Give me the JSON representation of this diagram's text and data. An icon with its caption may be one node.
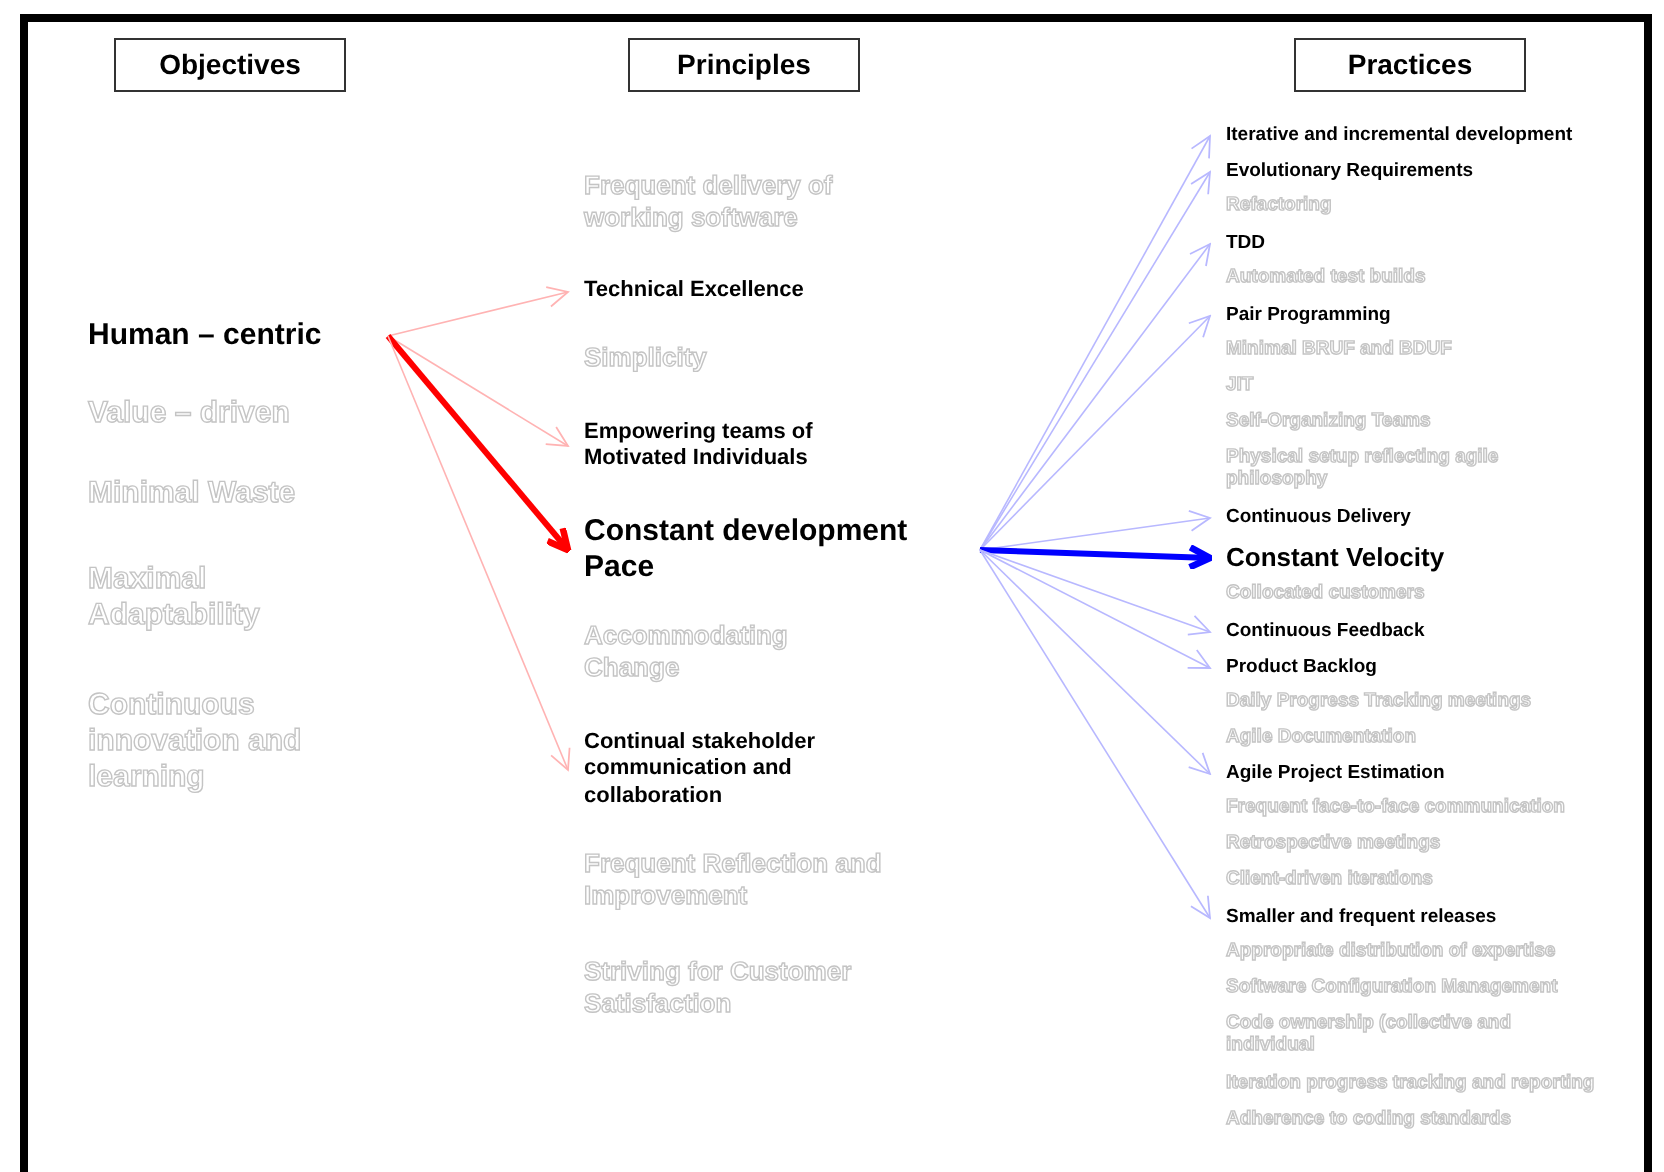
{
  "diagram": {
    "nodes": [
      {
        "text": [
          "Objectives"
        ]
      },
      {
        "text": [
          "Principles"
        ]
      },
      {
        "text": [
          "Practices"
        ]
      },
      {
        "text": [
          "Human – centric"
        ]
      },
      {
        "text": [
          "Technical Excellence"
        ]
      },
      {
        "text": [
          "Empowering teams of Motivated Individuals"
        ]
      },
      {
        "text": [
          "Constant development Pace"
        ]
      },
      {
        "text": [
          "Continual stakeholder communication and collaboration"
        ]
      },
      {
        "text": [
          "Iterative and incremental development"
        ]
      },
      {
        "text": [
          "Evolutionary Requirements"
        ]
      },
      {
        "text": [
          "TDD"
        ]
      },
      {
        "text": [
          "Pair Programming"
        ]
      },
      {
        "text": [
          "Continuous Delivery"
        ]
      },
      {
        "text": [
          "Constant Velocity"
        ]
      },
      {
        "text": [
          "Continuous Feedback"
        ]
      },
      {
        "text": [
          "Product Backlog"
        ]
      },
      {
        "text": [
          "Agile Project Estimation"
        ]
      },
      {
        "text": [
          "Smaller and frequent releases"
        ]
      }
    ],
    "edges": [
      {
        "from": 3,
        "to": 4,
        "arrow": "to",
        "color": "#ffb3b3"
      },
      {
        "from": 3,
        "to": 5,
        "arrow": "to",
        "color": "#ffb3b3"
      },
      {
        "from": 3,
        "to": 6,
        "arrow": "to",
        "style": "thick",
        "color": "#ff0000"
      },
      {
        "from": 3,
        "to": 7,
        "arrow": "to",
        "color": "#ffb3b3"
      },
      {
        "from": 6,
        "to": 8,
        "arrow": "to"
      },
      {
        "from": 6,
        "to": 9,
        "arrow": "to"
      },
      {
        "from": 6,
        "to": 10,
        "arrow": "to"
      },
      {
        "from": 6,
        "to": 11,
        "arrow": "to"
      },
      {
        "from": 6,
        "to": 12,
        "arrow": "to"
      },
      {
        "from": 6,
        "to": 13,
        "arrow": "to",
        "style": "thick",
        "color": "#0000ff"
      },
      {
        "from": 6,
        "to": 14,
        "arrow": "to"
      },
      {
        "from": 6,
        "to": 15,
        "arrow": "to"
      },
      {
        "from": 6,
        "to": 16,
        "arrow": "to"
      },
      {
        "from": 6,
        "to": 17,
        "arrow": "to"
      }
    ],
    "labels": [
      "Value – driven",
      "Minimal Waste",
      "Maximal Adaptability",
      "Continuous innovation and learning",
      "Frequent delivery of working software",
      "Simplicity",
      "Accommodating Change",
      "Frequent Reflection and Improvement",
      "Striving for Customer Satisfaction",
      "Refactoring",
      "Automated test builds",
      "Minimal BRUF and BDUF",
      "JIT",
      "Self-Organizing Teams",
      "Physical setup reflecting agile philosophy",
      "Collocated customers",
      "Daily Progress Tracking meetings",
      "Agile Documentation",
      "Frequent face-to-face communication",
      "Retrospective meetings",
      "Client-driven iterations",
      "Appropriate distribution of expertise",
      "Software Configuration Management",
      "Code ownership (collective and individual",
      "Iteration progress tracking and reporting",
      "Adherence to coding standards"
    ]
  }
}
